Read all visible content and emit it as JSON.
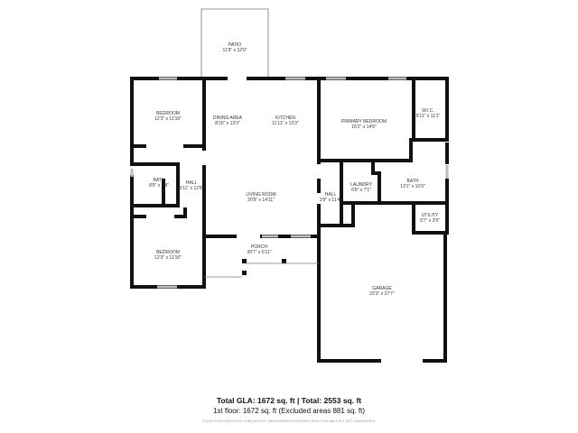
{
  "rooms": [
    {
      "name": "PATIO",
      "dims": "11'9\" x 12'0\""
    },
    {
      "name": "BEDROOM",
      "dims": "12'3\" x 11'10\""
    },
    {
      "name": "DINING AREA",
      "dims": "8'10\" x 13'3\""
    },
    {
      "name": "KITCHEN",
      "dims": "11'11\" x 13'3\""
    },
    {
      "name": "PRIMARY BEDROOM",
      "dims": "16'2\" x 14'9\""
    },
    {
      "name": "W.I.C.",
      "dims": "5'11\" x 11'1\""
    },
    {
      "name": "BATH",
      "dims": "8'0\" x 7'4\""
    },
    {
      "name": "HALL",
      "dims": "3'11\" x 12'8\""
    },
    {
      "name": "LIVING ROOM",
      "dims": "20'9\" x 14'11\""
    },
    {
      "name": "LAUNDRY",
      "dims": "6'9\" x 7'1\""
    },
    {
      "name": "BATH",
      "dims": "13'1\" x 10'9\""
    },
    {
      "name": "HALL",
      "dims": "3'9\" x 11'4\""
    },
    {
      "name": "UTILITY",
      "dims": "5'7\" x 3'9\""
    },
    {
      "name": "BEDROOM",
      "dims": "12'3\" x 11'10\""
    },
    {
      "name": "PORCH",
      "dims": "20'7\" x 6'11\""
    },
    {
      "name": "GARAGE",
      "dims": "22'3\" x 27'7\""
    }
  ],
  "footer": {
    "totals": "Total GLA: 1672 sq. ft | Total: 2553 sq. ft",
    "floor": "1st floor: 1672 sq. ft (Excluded areas 881 sq. ft)",
    "disclaimer": "FLOOR PLAN CREATED BY CUBICASA APP. MEASUREMENTS DEEMED HIGHLY RELIABLE BUT NOT GUARANTEED."
  }
}
